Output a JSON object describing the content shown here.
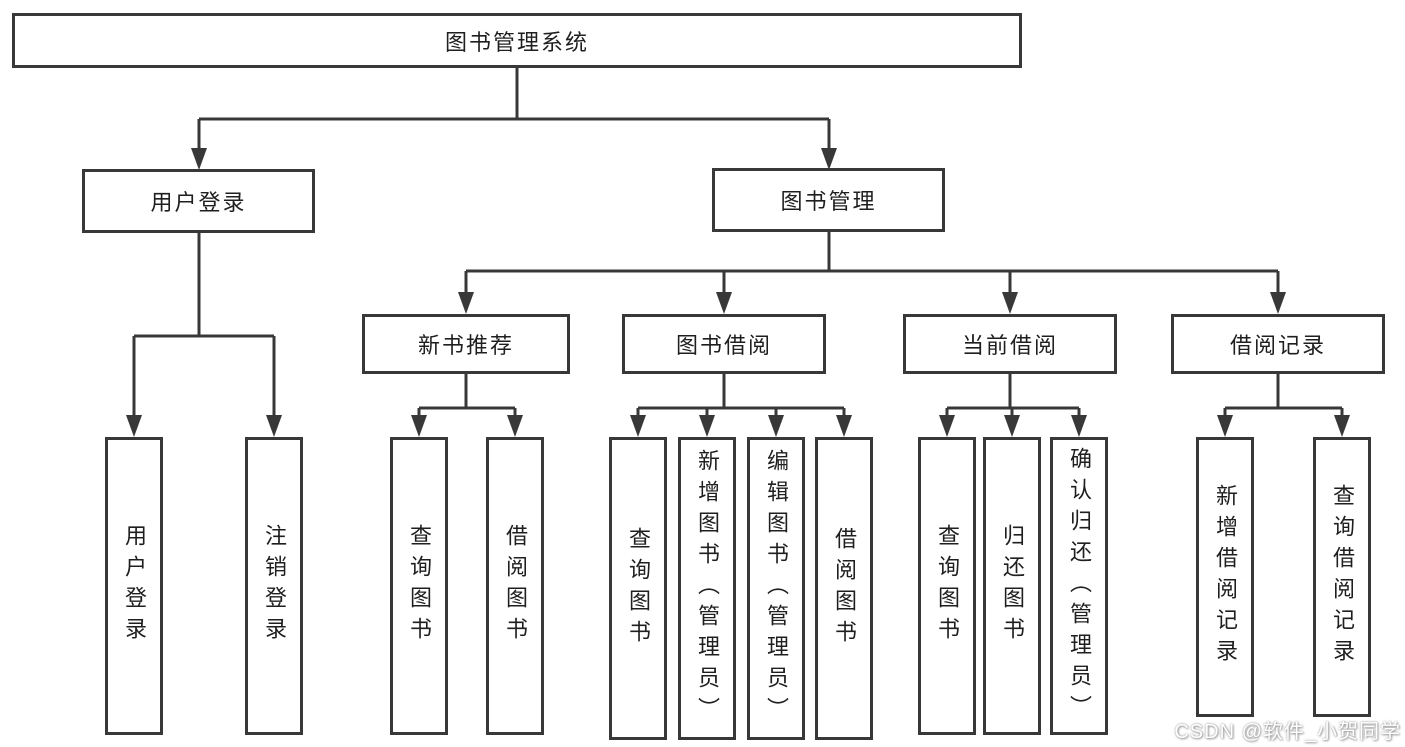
{
  "tree": {
    "root": {
      "label": "图书管理系统"
    },
    "branches": [
      {
        "label": "用户登录",
        "children": [
          {
            "label": "用户登录"
          },
          {
            "label": "注销登录"
          }
        ]
      },
      {
        "label": "图书管理",
        "children": [
          {
            "label": "新书推荐",
            "children": [
              {
                "label": "查询图书"
              },
              {
                "label": "借阅图书"
              }
            ]
          },
          {
            "label": "图书借阅",
            "children": [
              {
                "label": "查询图书"
              },
              {
                "label": "新增图书（管理员）"
              },
              {
                "label": "编辑图书（管理员）"
              },
              {
                "label": "借阅图书"
              }
            ]
          },
          {
            "label": "当前借阅",
            "children": [
              {
                "label": "查询图书"
              },
              {
                "label": "归还图书"
              },
              {
                "label": "确认归还（管理员）"
              }
            ]
          },
          {
            "label": "借阅记录",
            "children": [
              {
                "label": "新增借阅记录"
              },
              {
                "label": "查询借阅记录"
              }
            ]
          }
        ]
      }
    ]
  },
  "watermark": {
    "text": "CSDN @软件_小贺同学"
  },
  "colors": {
    "line": "#383838",
    "ink": "#1f1f1f",
    "background": "#ffffff",
    "watermark_text": "#ffffff"
  }
}
